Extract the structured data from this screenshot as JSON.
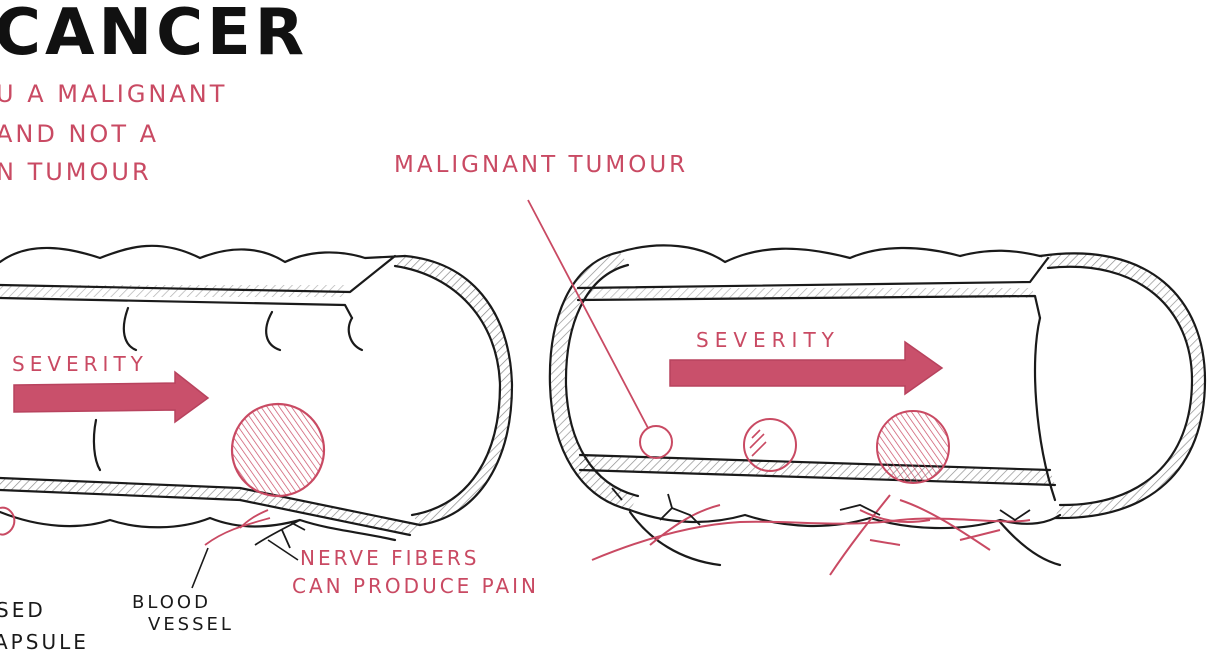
{
  "title": "CANCER",
  "note": {
    "line1": "U A MALIGNANT",
    "line2": "AND NOT A",
    "line3": "N TUMOUR"
  },
  "labels": {
    "malignant_tumour": "MALIGNANT TUMOUR",
    "severity_left": "SEVERITY",
    "severity_right": "SEVERITY",
    "nerve_line1": "NERVE FIBERS",
    "nerve_line2": "CAN PRODUCE PAIN",
    "blood_line1": "BLOOD",
    "blood_line2": "VESSEL",
    "capsule_line1": "SED",
    "capsule_line2": "APSULE"
  },
  "colors": {
    "ink": "#1a1a1a",
    "marker_red": "#c94a63",
    "arrow_fill": "#c9506b"
  }
}
